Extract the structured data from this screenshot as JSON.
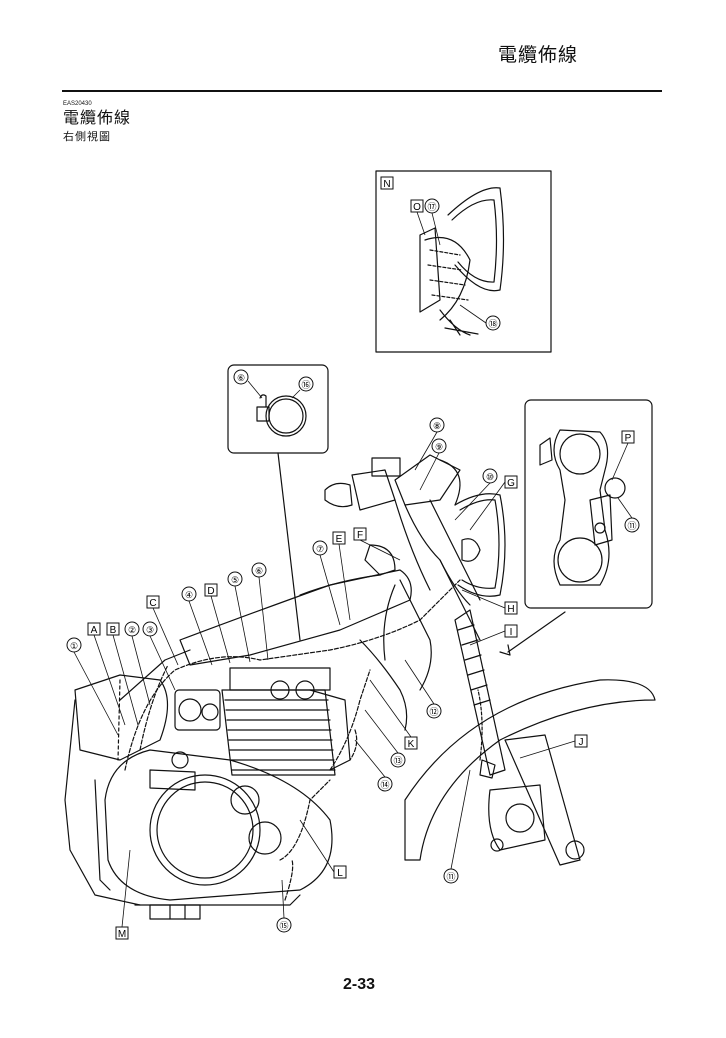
{
  "header": {
    "title": "電纜佈線"
  },
  "section": {
    "code": "EAS20430",
    "title": "電纜佈線",
    "subtitle": "右側視圖"
  },
  "footer": {
    "page_number": "2-33"
  },
  "callouts": {
    "letters": [
      "A",
      "B",
      "C",
      "D",
      "E",
      "F",
      "G",
      "H",
      "I",
      "J",
      "K",
      "L",
      "M",
      "N",
      "O",
      "P"
    ],
    "numbers": [
      "①",
      "②",
      "③",
      "④",
      "⑤",
      "⑥",
      "⑦",
      "⑧",
      "⑨",
      "⑩",
      "⑪",
      "⑫",
      "⑬",
      "⑭",
      "⑮",
      "⑯",
      "⑰",
      "⑱"
    ]
  }
}
